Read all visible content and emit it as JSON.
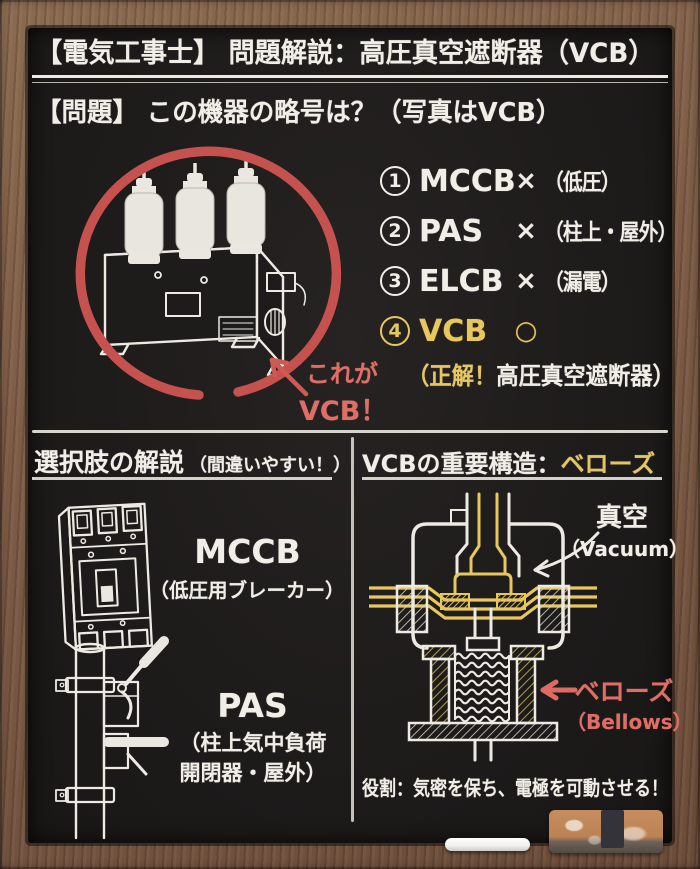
{
  "board": {
    "title": "【電気工事士】 問題解説：高圧真空遮断器（VCB）",
    "question": "【問題】 この機器の略号は？（写真はVCB）"
  },
  "quiz": {
    "options": [
      {
        "num": "1",
        "code": "MCCB",
        "mark": "×",
        "note": "（低圧）"
      },
      {
        "num": "2",
        "code": "PAS",
        "mark": "×",
        "note": "（柱上・屋外）"
      },
      {
        "num": "3",
        "code": "ELCB",
        "mark": "×",
        "note": "（漏電）"
      },
      {
        "num": "4",
        "code": "VCB",
        "mark": "○",
        "note": ""
      }
    ],
    "answer_highlight": "（正解！",
    "answer_rest": "高圧真空遮断器）",
    "callout_line1": "これが",
    "callout_line2": "VCB！"
  },
  "left_panel": {
    "heading": "選択肢の解説",
    "heading_sub": "（間違いやすい！）",
    "item1_code": "MCCB",
    "item1_desc": "（低圧用ブレーカー）",
    "item2_code": "PAS",
    "item2_desc_line1": "（柱上気中負荷",
    "item2_desc_line2": "開閉器・屋外）"
  },
  "right_panel": {
    "heading": "VCBの重要構造：",
    "heading_accent": "ベローズ",
    "vacuum_label_jp": "真空",
    "vacuum_label_en": "（Vacuum）",
    "bellows_label_jp": "ベローズ",
    "bellows_label_en": "（Bellows）",
    "role_text": "役割：気密を保ち、電極を可動させる！"
  },
  "colors": {
    "board_bg": "#1e1c1b",
    "chalk": "#f0eee6",
    "accent_red": "#c5524e",
    "accent_red_text": "#df6e67",
    "accent_yellow": "#e8c75e",
    "frame_wood": "#7b5a44"
  },
  "objects": {
    "chalk_stick": "chalk-stick",
    "eraser": "eraser"
  }
}
